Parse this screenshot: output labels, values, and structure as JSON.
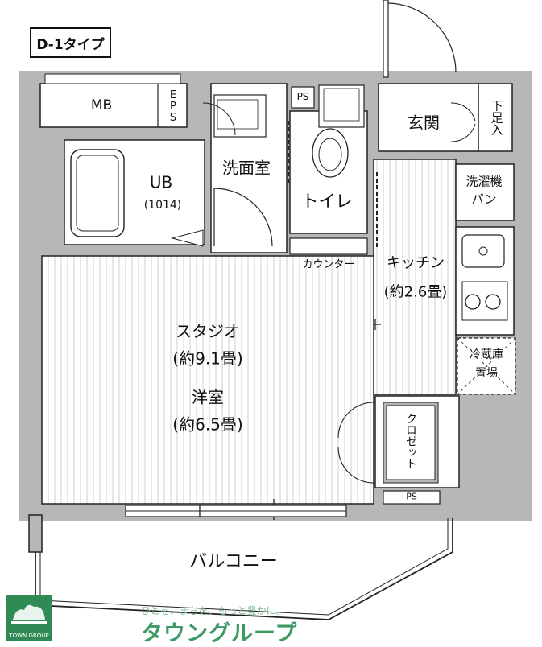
{
  "plan": {
    "type_label": "D-1タイプ",
    "rooms": {
      "mb": "MB",
      "eps": "EPS",
      "ps_top": "PS",
      "genkan": "玄関",
      "shoe_box": "下足入",
      "ub": "UB",
      "ub_size": "(1014)",
      "washroom": "洗面室",
      "toilet": "トイレ",
      "washer_pan_line1": "洗濯機",
      "washer_pan_line2": "パン",
      "counter": "カウンター",
      "kitchen": "キッチン",
      "kitchen_size": "(約2.6畳)",
      "studio": "スタジオ",
      "studio_size": "(約9.1畳)",
      "western_room": "洋室",
      "western_size": "(約6.5畳)",
      "fridge_line1": "冷蔵庫",
      "fridge_line2": "置場",
      "closet": "クロゼット",
      "ps_bottom": "PS",
      "balcony": "バルコニー"
    }
  },
  "brand": {
    "slogan": "ひとを、まちを、もっと豊かに。",
    "name": "タウングループ",
    "logo_text": "TOWN GROUP"
  },
  "colors": {
    "wall": "#b7b7b7",
    "line": "#222222",
    "brand": "#3c9a65"
  }
}
